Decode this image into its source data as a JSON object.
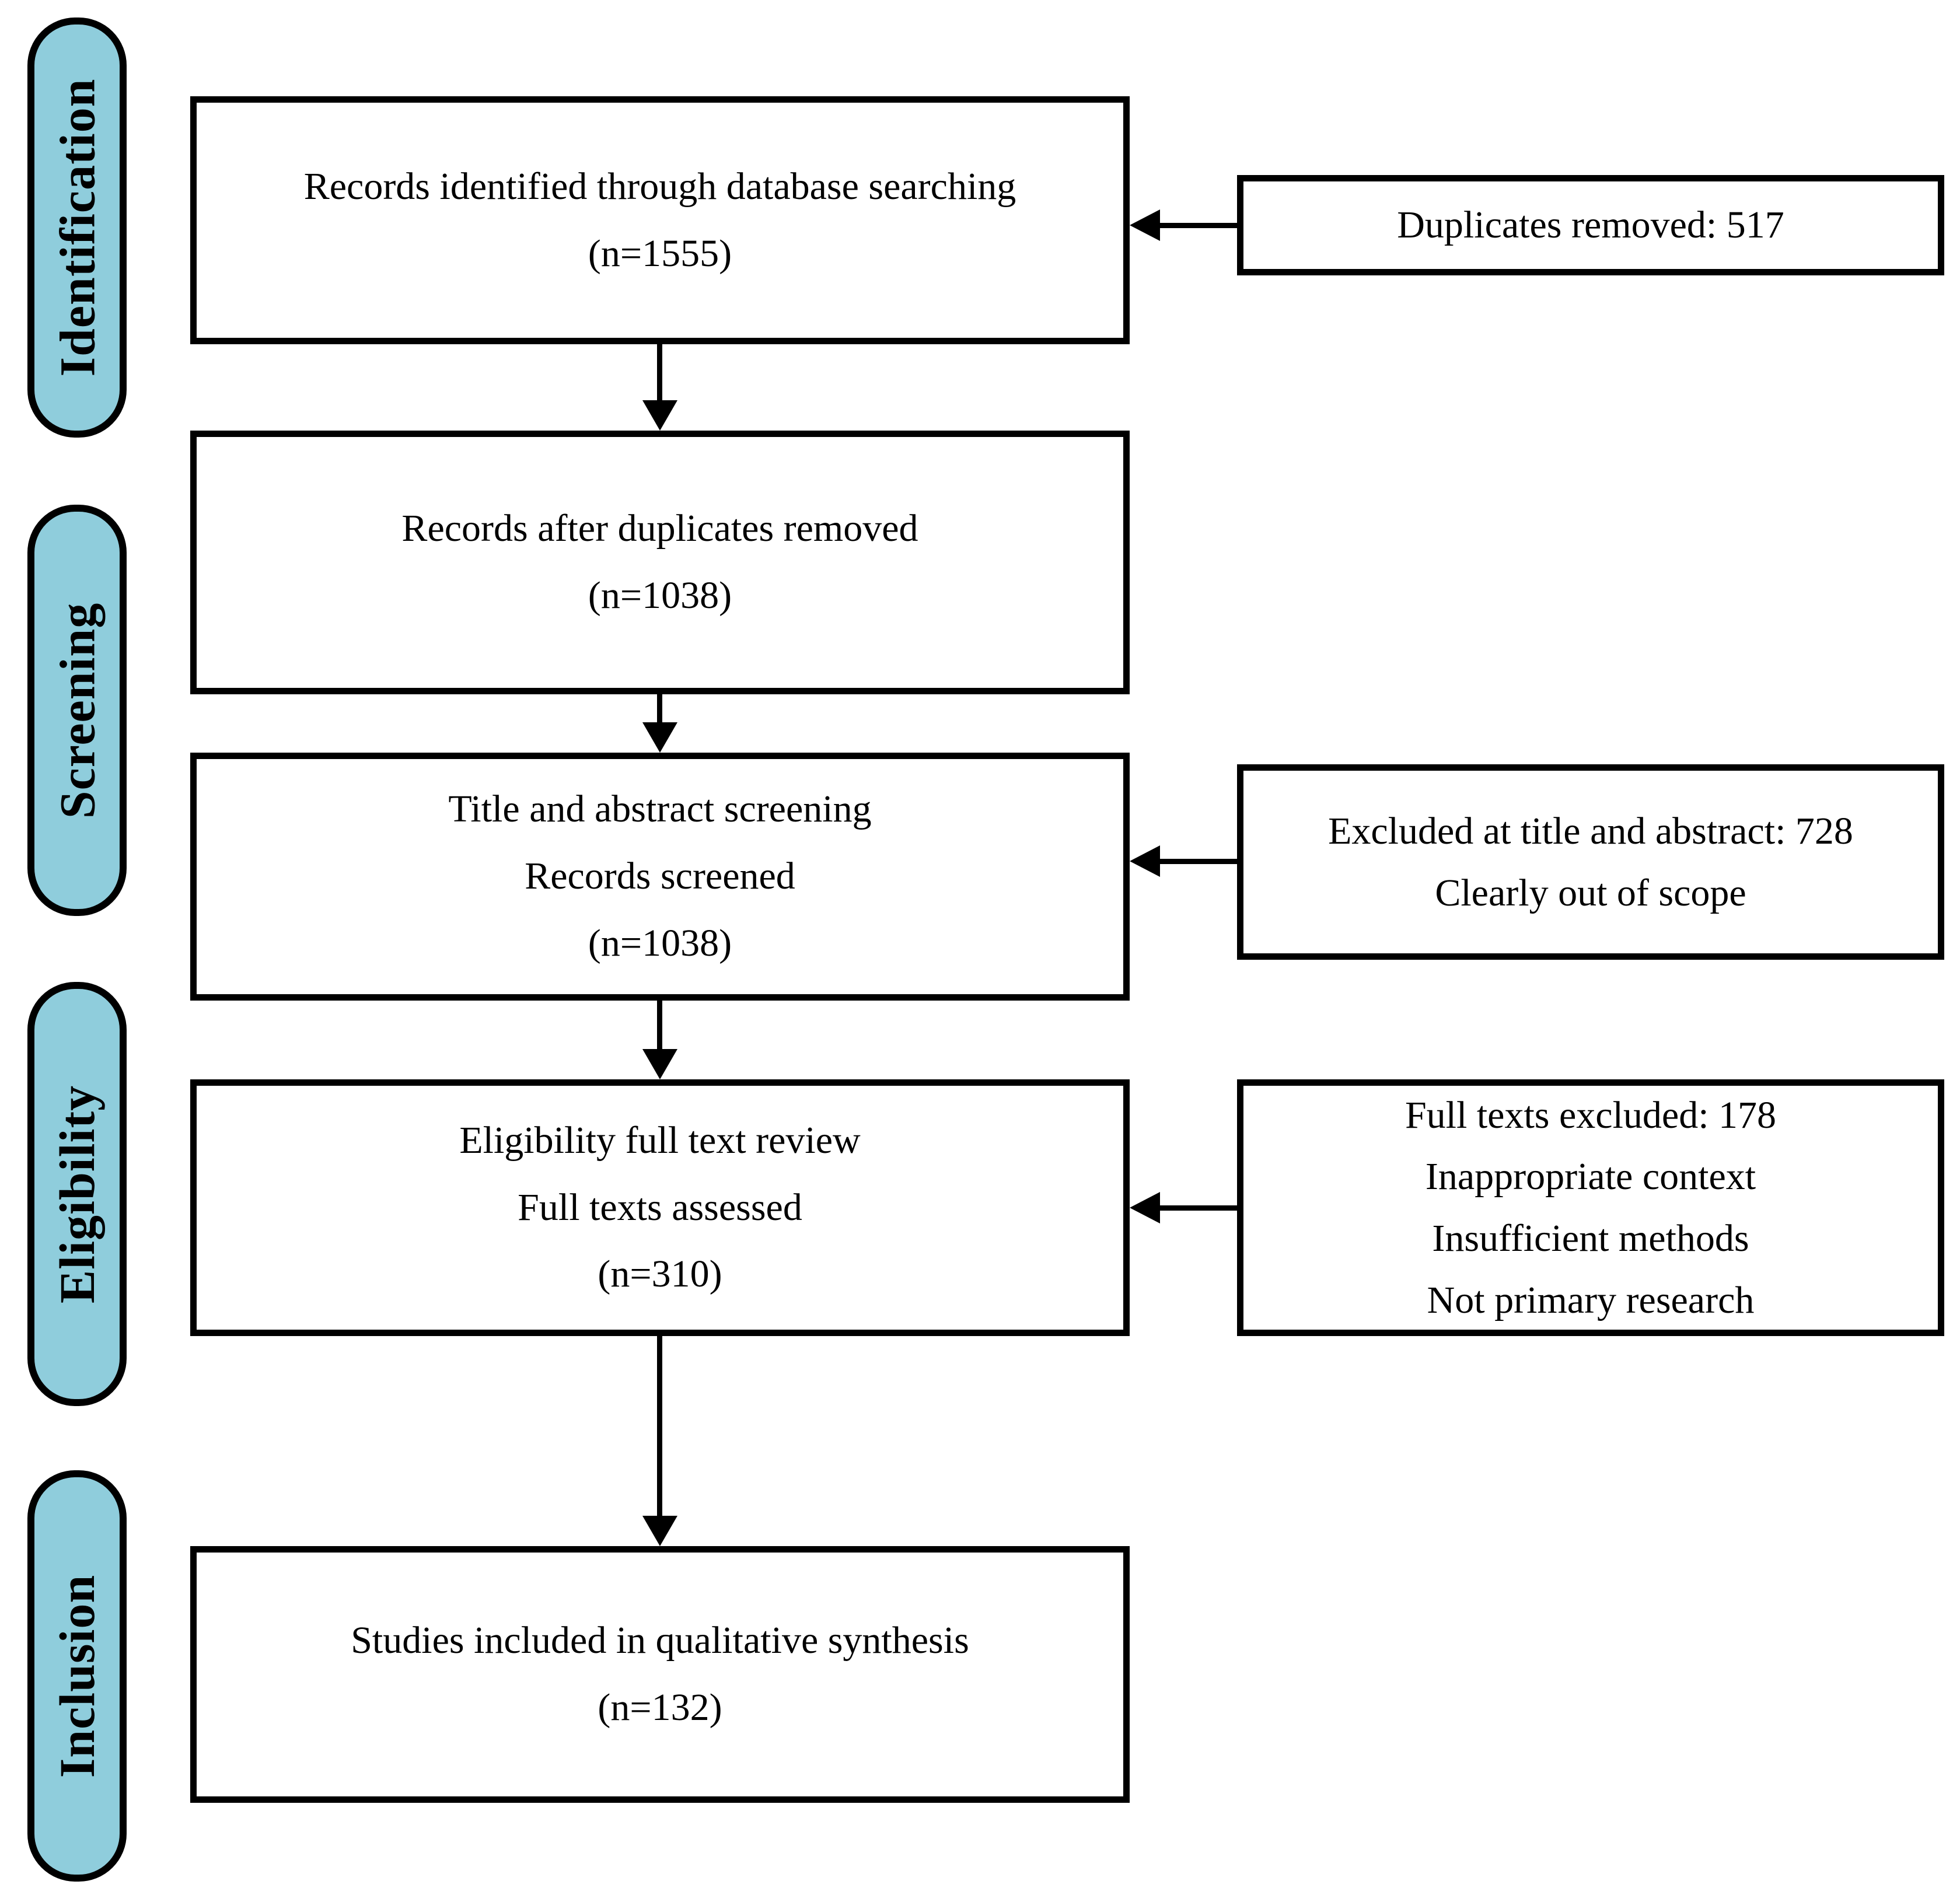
{
  "colors": {
    "stage_fill": "#8FCDDC",
    "line_color": "#000000",
    "box_background": "#FFFFFF"
  },
  "stages": [
    {
      "label": "Identification"
    },
    {
      "label": "Screening"
    },
    {
      "label": "Eligibility"
    },
    {
      "label": "Inclusion"
    }
  ],
  "flow_boxes": [
    {
      "lines": [
        "Records identified through database searching",
        "(n=1555)"
      ]
    },
    {
      "lines": [
        "Records after duplicates removed",
        "(n=1038)"
      ]
    },
    {
      "lines": [
        "Title and abstract screening",
        "Records screened",
        "(n=1038)"
      ]
    },
    {
      "lines": [
        "Eligibility full text review",
        "Full texts assessed",
        "(n=310)"
      ]
    },
    {
      "lines": [
        "Studies included in qualitative synthesis",
        "(n=132)"
      ]
    }
  ],
  "side_boxes": [
    {
      "lines": [
        "Duplicates removed: 517"
      ]
    },
    {
      "lines": [
        "Excluded at title and abstract: 728",
        "Clearly out of scope"
      ]
    },
    {
      "lines": [
        "Full texts excluded: 178",
        "Inappropriate context",
        "Insufficient methods",
        "Not primary research"
      ]
    }
  ]
}
